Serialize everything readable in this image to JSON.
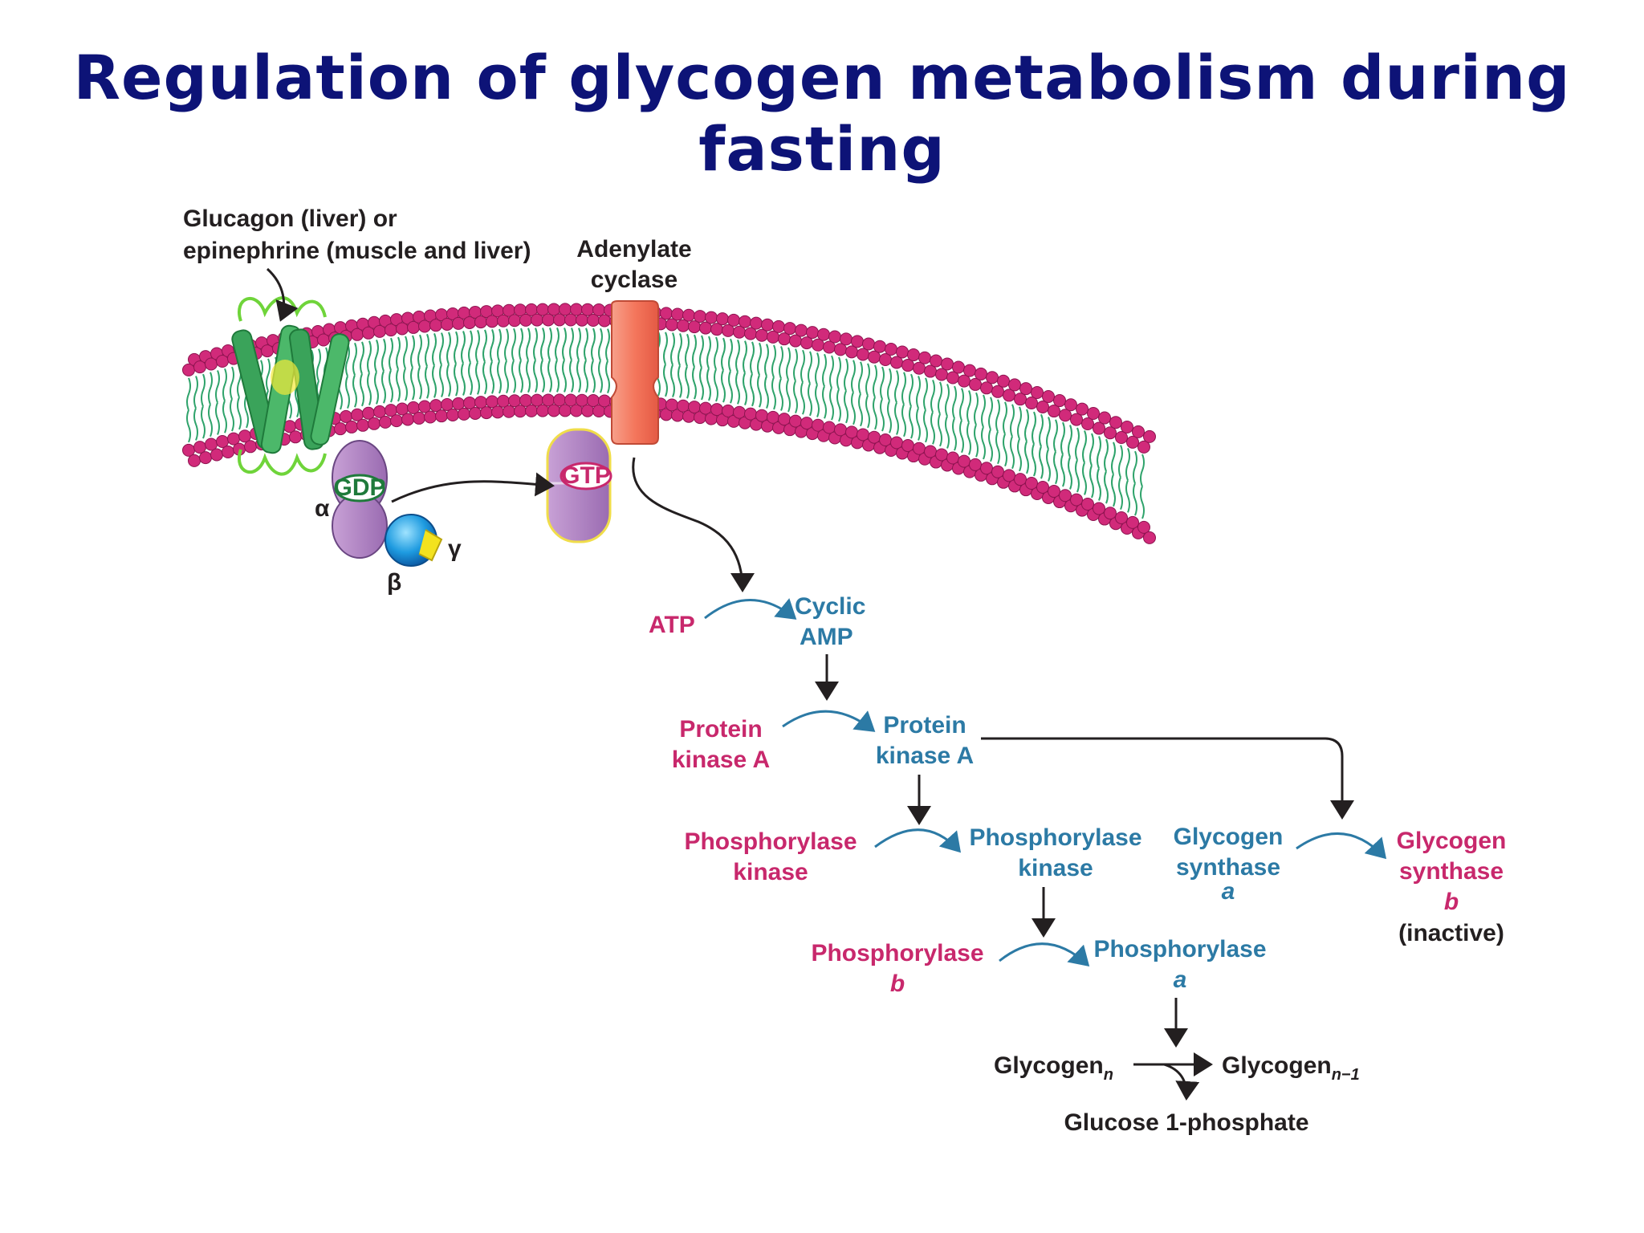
{
  "title": "Regulation of glycogen metabolism during fasting",
  "colors": {
    "title": "#0d1377",
    "inactive_form": "#c8286c",
    "active_form": "#2c7aa5",
    "membrane_head": "#d12a7a",
    "membrane_tail": "#2fa36b"
  },
  "labels": {
    "hormone_line1": "Glucagon (liver) or",
    "hormone_line2": "epinephrine (muscle and liver)",
    "ac_line1": "Adenylate",
    "ac_line2": "cyclase",
    "gdp": "GDP",
    "gtp": "GTP",
    "alpha": "α",
    "beta": "β",
    "gamma": "γ",
    "atp": "ATP",
    "camp_line1": "Cyclic",
    "camp_line2": "AMP",
    "pka_in_line1": "Protein",
    "pka_in_line2": "kinase A",
    "pka_act_line1": "Protein",
    "pka_act_line2": "kinase A",
    "phk_in_line1": "Phosphorylase",
    "phk_in_line2": "kinase",
    "phk_act_line1": "Phosphorylase",
    "phk_act_line2": "kinase",
    "gs_a_line1": "Glycogen",
    "gs_a_line2": "synthase",
    "gs_a_form": "a",
    "gs_b_line1": "Glycogen",
    "gs_b_line2": "synthase",
    "gs_b_form": "b",
    "inactive": "(inactive)",
    "phos_b_line1": "Phosphorylase",
    "phos_b_form": "b",
    "phos_a_line1": "Phosphorylase",
    "phos_a_form": "a",
    "glycogen": "Glycogen",
    "glycogen_sub_n": "n",
    "glycogen2": "Glycogen",
    "glycogen_sub_n1": "n−1",
    "g1p": "Glucose 1-phosphate"
  }
}
